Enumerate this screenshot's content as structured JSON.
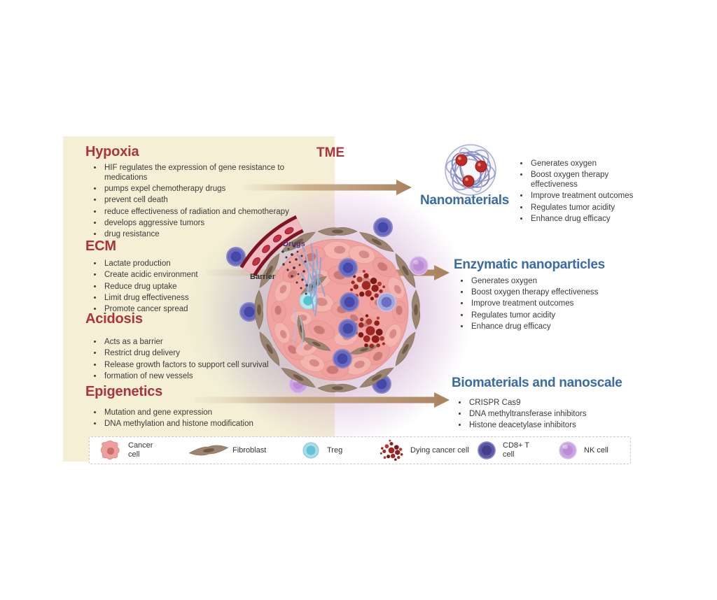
{
  "tme_label": "TME",
  "annotations": {
    "drugs": "Drugs",
    "barrier": "Barrier"
  },
  "left_sections": [
    {
      "heading": "Hypoxia",
      "bullets": [
        "HIF regulates the expression of gene resistance to medications",
        "pumps expel chemotherapy drugs",
        "prevent cell death",
        "reduce effectiveness of radiation and chemotherapy",
        "develops aggressive tumors",
        "drug resistance"
      ]
    },
    {
      "heading": "ECM",
      "bullets": [
        "Lactate production",
        "Create acidic environment",
        "Reduce drug uptake",
        "Limit drug effectiveness",
        "Promote cancer spread"
      ]
    },
    {
      "heading": "Acidosis",
      "bullets": [
        "Acts as a barrier",
        "Restrict drug delivery",
        "Release growth factors to support cell survival",
        "formation of new vessels"
      ]
    },
    {
      "heading": "Epigenetics",
      "bullets": [
        "Mutation and gene expression",
        "DNA methylation and histone modification"
      ]
    }
  ],
  "right_sections": [
    {
      "heading": "Nanomaterials",
      "bullets": [
        "Generates oxygen",
        "Boost oxygen therapy effectiveness",
        "Improve treatment outcomes",
        "Regulates tumor acidity",
        "Enhance drug efficacy"
      ]
    },
    {
      "heading": "Enzymatic nanoparticles",
      "bullets": [
        "Generates oxygen",
        "Boost oxygen therapy effectiveness",
        "Improve treatment outcomes",
        "Regulates tumor acidity",
        "Enhance drug efficacy"
      ]
    },
    {
      "heading": "Biomaterials and nanoscale",
      "bullets": [
        "CRISPR Cas9",
        "DNA methyltransferase inhibitors",
        "Histone deacetylase inhibitors"
      ]
    }
  ],
  "legend": {
    "items": [
      {
        "label": "Cancer cell",
        "icon": "cancer-cell"
      },
      {
        "label": "Fibroblast",
        "icon": "fibroblast"
      },
      {
        "label": "Treg",
        "icon": "treg-cell"
      },
      {
        "label": "Dying cancer cell",
        "icon": "dying-cancer-cell"
      },
      {
        "label": "CD8+ T cell",
        "icon": "cd8-t-cell"
      },
      {
        "label": "NK cell",
        "icon": "nk-cell"
      }
    ]
  },
  "colors": {
    "panel_bg": "#F5F0D5",
    "heading_red": "#A93439",
    "heading_blue": "#3A6BA5",
    "body_text": "#3A3A3A",
    "arrow_brown": "#A9815C",
    "cancer_cell_pink": "#F2A7A3",
    "cancer_nucleus": "#D68B88",
    "dying_cell_red": "#9E2824",
    "cd8_purple": "#5D59A8",
    "treg_cyan": "#A8DDE9",
    "nk_purple": "#CBA4DF",
    "fibroblast_brown": "#9C8570",
    "vessel_red": "#7E1424",
    "drug_label_purple": "#5E2B6E"
  }
}
